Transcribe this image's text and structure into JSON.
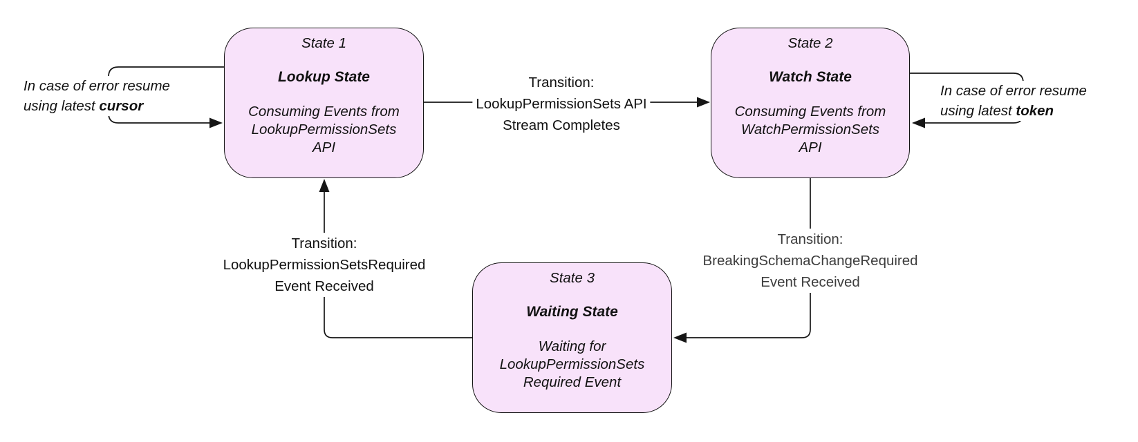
{
  "colors": {
    "state_fill": "#f8e2fa",
    "state_border": "#141414",
    "line": "#161616",
    "text": "#121212",
    "muted_text": "#3d3d3d"
  },
  "states": [
    {
      "title": "State 1",
      "name": "Lookup State",
      "desc": [
        "Consuming Events from",
        "LookupPermissionSets",
        "API"
      ]
    },
    {
      "title": "State 2",
      "name": "Watch State",
      "desc": [
        "Consuming Events from",
        "WatchPermissionSets",
        "API"
      ]
    },
    {
      "title": "State 3",
      "name": "Waiting State",
      "desc": [
        "Waiting for",
        "LookupPermissionSets",
        "Required Event"
      ]
    }
  ],
  "transitions": [
    {
      "from": "State 1",
      "to": "State 2",
      "lines": [
        "Transition:",
        "LookupPermissionSets API",
        "Stream Completes"
      ]
    },
    {
      "from": "State 2",
      "to": "State 3",
      "lines": [
        "Transition:",
        "BreakingSchemaChangeRequired",
        "Event Received"
      ]
    },
    {
      "from": "State 3",
      "to": "State 1",
      "lines": [
        "Transition:",
        "LookupPermissionSetsRequired",
        "Event Received"
      ]
    }
  ],
  "error_loops": [
    {
      "attached_to": "State 1",
      "line1": "In case of error resume",
      "line2_prefix": "using latest ",
      "keyword": "cursor"
    },
    {
      "attached_to": "State 2",
      "line1": "In case of error resume",
      "line2_prefix": "using latest ",
      "keyword": "token"
    }
  ]
}
